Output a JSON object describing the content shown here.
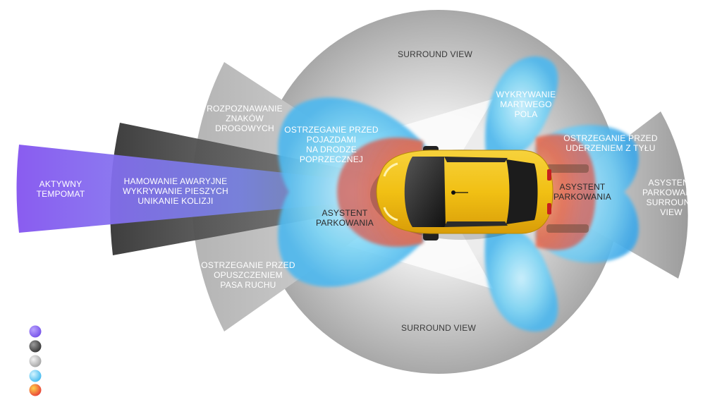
{
  "zones": {
    "acc": {
      "lines": [
        "AKTYWNY",
        "TEMPOMAT"
      ]
    },
    "aeb": {
      "lines": [
        "HAMOWANIE AWARYJNE",
        "WYKRYWANIE PIESZYCH",
        "UNIKANIE KOLIZJI"
      ]
    },
    "tsr": {
      "lines": [
        "ROZPOZNAWANIE",
        "ZNAKÓW",
        "DROGOWYCH"
      ]
    },
    "ldw": {
      "lines": [
        "OSTRZEGANIE PRZED",
        "OPUSZCZENIEM",
        "PASA RUCHU"
      ]
    },
    "cta": {
      "lines": [
        "OSTRZEGANIE PRZED",
        "POJAZDAMI",
        "NA DRODZE",
        "POPRZECZNEJ"
      ]
    },
    "park_front": {
      "lines": [
        "ASYSTENT",
        "PARKOWANIA"
      ]
    },
    "sv_top": {
      "lines": [
        "SURROUND VIEW"
      ]
    },
    "sv_bottom": {
      "lines": [
        "SURROUND VIEW"
      ]
    },
    "bsd": {
      "lines": [
        "WYKRYWANIE",
        "MARTWEGO",
        "POLA"
      ]
    },
    "rcw": {
      "lines": [
        "OSTRZEGANIE PRZED",
        "UDERZENIEM Z TYŁU"
      ]
    },
    "park_rear": {
      "lines": [
        "ASYSTENT",
        "PARKOWANIA"
      ]
    },
    "psv": {
      "lines": [
        "ASYSTENT",
        "PARKOWANIA",
        "SURROUND",
        "VIEW"
      ]
    }
  },
  "legend": [
    {
      "name": "legend-dot-long-range-radar",
      "color": "#8f6cf0"
    },
    {
      "name": "legend-dot-camera",
      "color": "#555555"
    },
    {
      "name": "legend-dot-surround-camera",
      "color": "#cfcfcf"
    },
    {
      "name": "legend-dot-mid-range-radar",
      "color": "#5cc8f2"
    },
    {
      "name": "legend-dot-ultrasonic",
      "color": "#ee5a3a"
    }
  ],
  "colors": {
    "purple": "#8f6cf0",
    "dark_gray": "#555555",
    "light_gray": "#cfcfcf",
    "sky_blue": "#5cc8f2",
    "ultrasonic_red": "#e8674a",
    "car_yellow": "#f3c21b"
  }
}
